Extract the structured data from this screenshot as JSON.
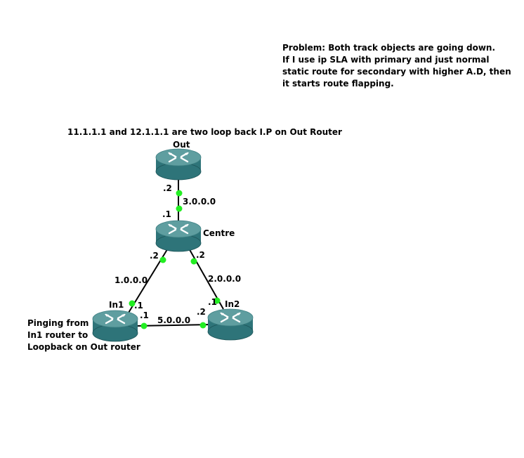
{
  "notes": {
    "problem": [
      "Problem: Both track objects are going down.",
      "If I use ip SLA with primary and just normal",
      "static route for secondary with higher A.D, then",
      "it starts route flapping."
    ],
    "loopback": "11.1.1.1 and 12.1.1.1 are two loop back I.P on Out Router",
    "pinging": [
      "Pinging from",
      "In1 router to",
      "Loopback on Out router"
    ]
  },
  "routers": {
    "out": "Out",
    "centre": "Centre",
    "in1": "In1",
    "in2": "In2"
  },
  "links": {
    "out_centre": {
      "network": "3.0.0.0",
      "out_end": ".2",
      "centre_end": ".1"
    },
    "centre_in1": {
      "network": "1.0.0.0",
      "centre_end": ".2",
      "in1_end": ".1"
    },
    "centre_in2": {
      "network": "2.0.0.0",
      "centre_end": ".2",
      "in2_end": ".1"
    },
    "in1_in2": {
      "network": "5.0.0.0",
      "in1_end": ".1",
      "in2_end": ".2"
    }
  },
  "colors": {
    "router_top": "#5f9ea0",
    "router_body": "#2e7479",
    "port": "#22ee22",
    "link": "#000000"
  }
}
